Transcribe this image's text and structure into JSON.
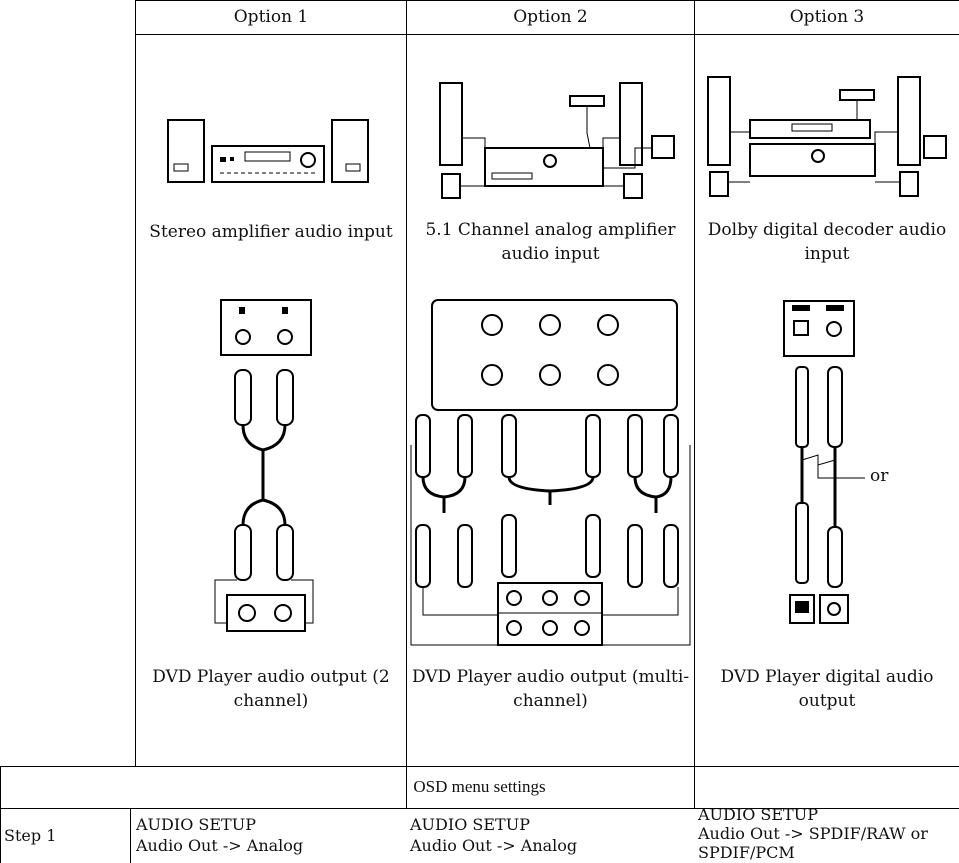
{
  "table": {
    "headers": [
      "Option 1",
      "Option 2",
      "Option 3"
    ],
    "device_captions": [
      "Stereo amplifier audio input",
      "5.1 Channel analog amplifier audio input",
      "Dolby digital decoder audio input"
    ],
    "player_captions": [
      "DVD Player audio output (2 channel)",
      "DVD Player audio output (multi-channel)",
      "DVD Player digital audio output"
    ],
    "or_label": "or"
  },
  "osd": {
    "title": "OSD menu settings",
    "step_label": "Step 1",
    "steps": [
      {
        "line1": "AUDIO SETUP",
        "line2": "Audio Out -> Analog"
      },
      {
        "line1": "AUDIO SETUP",
        "line2": "Audio Out -> Analog"
      },
      {
        "line1": "AUDIO SETUP",
        "line2": "Audio Out -> SPDIF/RAW or",
        "line3": "SPDIF/PCM"
      }
    ]
  }
}
